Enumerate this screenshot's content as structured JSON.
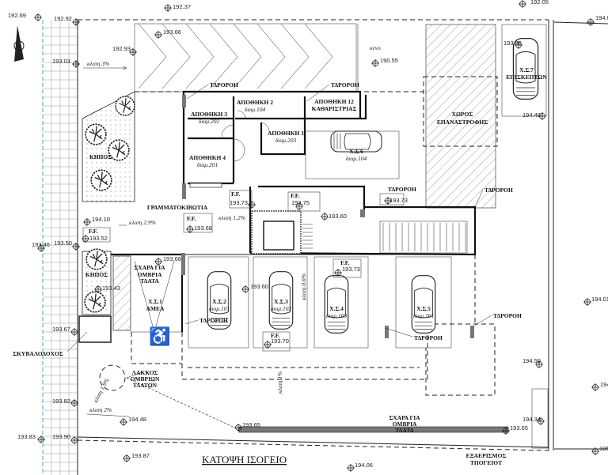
{
  "title": "ΚΑΤΟΨΗ ΙΣΟΓΕΙΟ",
  "rooms": {
    "apothiki2": {
      "name": "ΑΠΟΘΗΚΗ 2",
      "sub": "διαμ.104"
    },
    "apothiki3": {
      "name": "ΑΠΟΘΗΚΗ 3",
      "sub": "διαμ.202"
    },
    "apothiki12": {
      "name": "ΑΠΟΘΗΚΗ 12",
      "sub": "ΚΑΘΑΡΙΣΤΡΙΑΣ"
    },
    "apothiki1": {
      "name": "ΑΠΟΘΗΚΗ 1",
      "sub": "διαμ.203"
    },
    "apothiki4": {
      "name": "ΑΠΟΘΗΚΗ 4",
      "sub": "διαμ.201"
    },
    "turnaround": {
      "name": "ΧΩΡΟΣ",
      "sub": "ΕΠΑΝΑΣΤΡΟΦΗΣ"
    },
    "void": "κενο",
    "garden": "ΚΗΠΟΣ",
    "mailboxes": "ΓΡΑΜΜΑΤΟΚΙΒΩΤΙΑ",
    "bins": "ΣΚΥΒΑΛΟΔΟΧΟΣ"
  },
  "parking": [
    {
      "name": "Χ.Σ.1",
      "sub": "ΑΜΕΑ"
    },
    {
      "name": "Χ.Σ.2",
      "sub": "διαμ.101"
    },
    {
      "name": "Χ.Σ.3",
      "sub": "διαμ.102"
    },
    {
      "name": "Χ.Σ.4",
      "sub": "διαμ.103"
    },
    {
      "name": "Χ.Σ.5",
      "sub": "διαμ.201"
    },
    {
      "name": "Χ.Σ.6",
      "sub": "διαμ.104"
    },
    {
      "name": "Χ.Σ.7",
      "sub": "ΕΠΙΣΚΕΠΤΩΝ"
    }
  ],
  "annotations": {
    "downpipe": "ΤΔΡΟΡΟΗ",
    "grate": [
      "ΣΧΑΡΑ ΓΙΑ",
      "ΟΜΒΡΙΑ",
      "ΤΔΑΤΑ"
    ],
    "pit": [
      "ΛΑΚΚΟΣ",
      "ΟΜΒΡΙΩΝ",
      "ΤΔΑΤΩΝ"
    ],
    "vent": [
      "ΕΞΑΕΡΙΣΜΟΣ",
      "ΤΠΟΓΕΙΟΤ"
    ],
    "ff": "F.F."
  },
  "slopes": [
    "κλιση 3%",
    "κλιση 2.9%",
    "κλιση 1.2%",
    "κλιση 0.6%",
    "κλιση 1.9%",
    "κλιση 2%",
    "κλιση 1%"
  ],
  "levels": [
    "192.69",
    "192.92",
    "192.37",
    "192.05",
    "194.0",
    "193.66",
    "192.93",
    "193.03",
    "190.55",
    "193.88",
    "194.48",
    "193.73",
    "193.75",
    "193.73",
    "193.60",
    "193.68",
    "194.10",
    "193.52",
    "193.46",
    "193.50",
    "193.66",
    "193.43",
    "193.60",
    "193.70",
    "193.73",
    "194.01",
    "194.50",
    "194.",
    "194.34",
    "193.65",
    "194.06",
    "195.",
    "193.67",
    "193.82",
    "194.48",
    "193.83",
    "193.90",
    "193.65",
    "193.87"
  ]
}
